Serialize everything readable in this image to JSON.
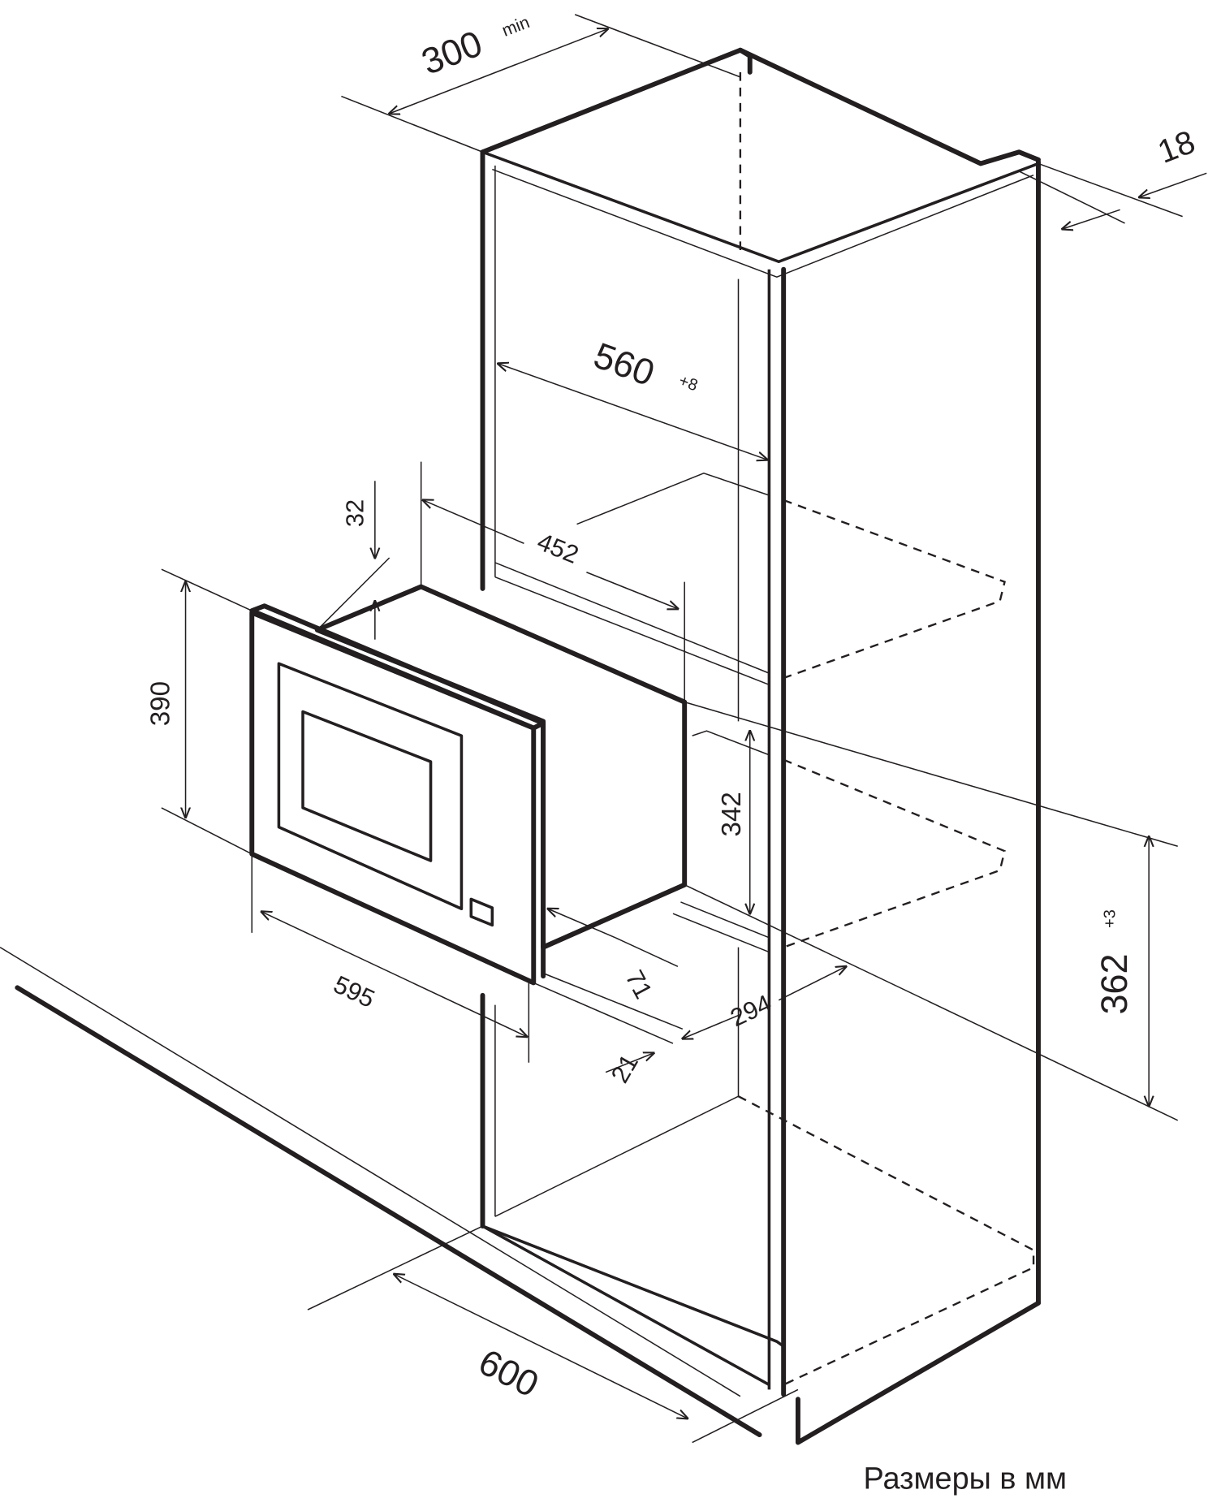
{
  "dimensions": {
    "niche_depth": "300",
    "niche_depth_suffix": "min",
    "panel_thickness": "18",
    "niche_width": "560",
    "niche_width_tol": "+8",
    "top_gap": "32",
    "body_depth": "452",
    "front_height": "390",
    "body_height": "342",
    "niche_height": "362",
    "niche_height_tol": "+3",
    "front_overhang": "71",
    "body_offset": "294",
    "front_width": "595",
    "front_thickness": "21",
    "cabinet_width": "600"
  },
  "caption": "Размеры в мм",
  "colors": {
    "line": "#231f20",
    "background": "#ffffff"
  }
}
